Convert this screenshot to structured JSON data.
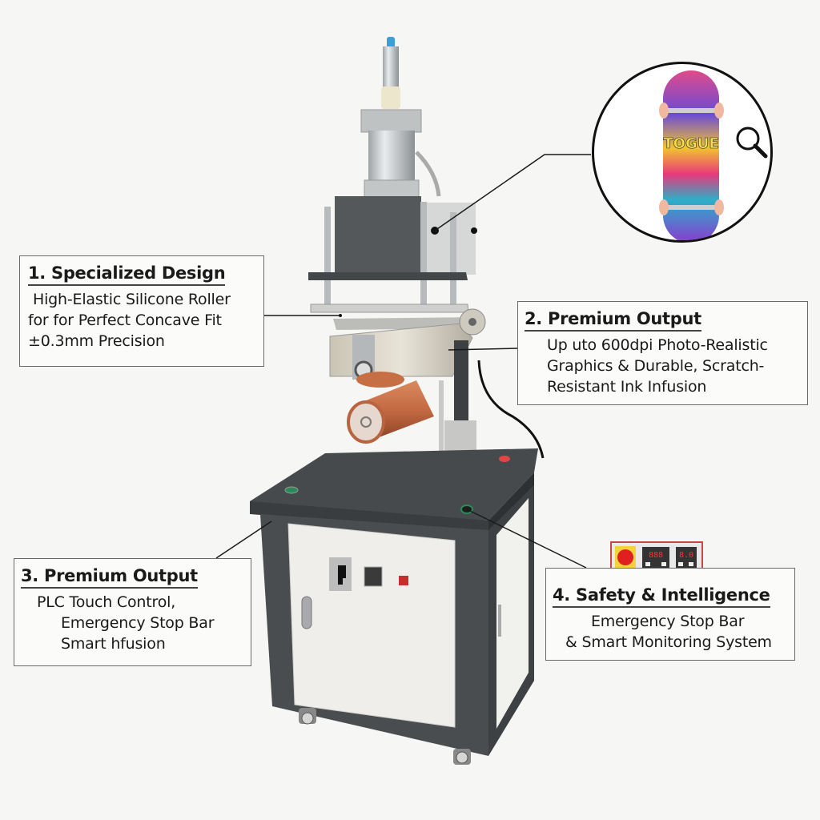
{
  "callouts": [
    {
      "id": "specialized-design",
      "title": "1. Specialized Design",
      "lines": [
        "High-Elastic Silicone Roller",
        "for for Perfect Concave Fit",
        "±0.3mm Precision"
      ]
    },
    {
      "id": "premium-output-print",
      "title": "2. Premium Output",
      "lines": [
        "Up uto 600dpi Photo-Realistic",
        "Graphics & Durable, Scratch-",
        "Resistant Ink Infusion"
      ]
    },
    {
      "id": "premium-output-control",
      "title": "3. Premium Output",
      "lines": [
        "PLC Touch Control,",
        "Emergency Stop Bar",
        "Smart hfusion"
      ]
    },
    {
      "id": "safety-intelligence",
      "title": "4. Safety & Intelligence",
      "lines": [
        "Emergency Stop Bar",
        "& Smart Monitoring System"
      ]
    }
  ],
  "inset": {
    "subject": "graffiti skateboard deck",
    "icon": "magnifier-icon",
    "deck_text": "TOGUE"
  },
  "control_panel_inset": {
    "displays": [
      "888",
      "8.0"
    ],
    "stop_button_color": "#e02020"
  },
  "machine": {
    "subject": "roller heat transfer printing machine",
    "cabinet_color": "#4a4d50",
    "door_color": "#efeeea",
    "roller_color": "#c46a42"
  },
  "colors": {
    "background": "#f6f6f4",
    "callout_border": "#6a6a6a",
    "leader_line": "#1a1a1a"
  }
}
